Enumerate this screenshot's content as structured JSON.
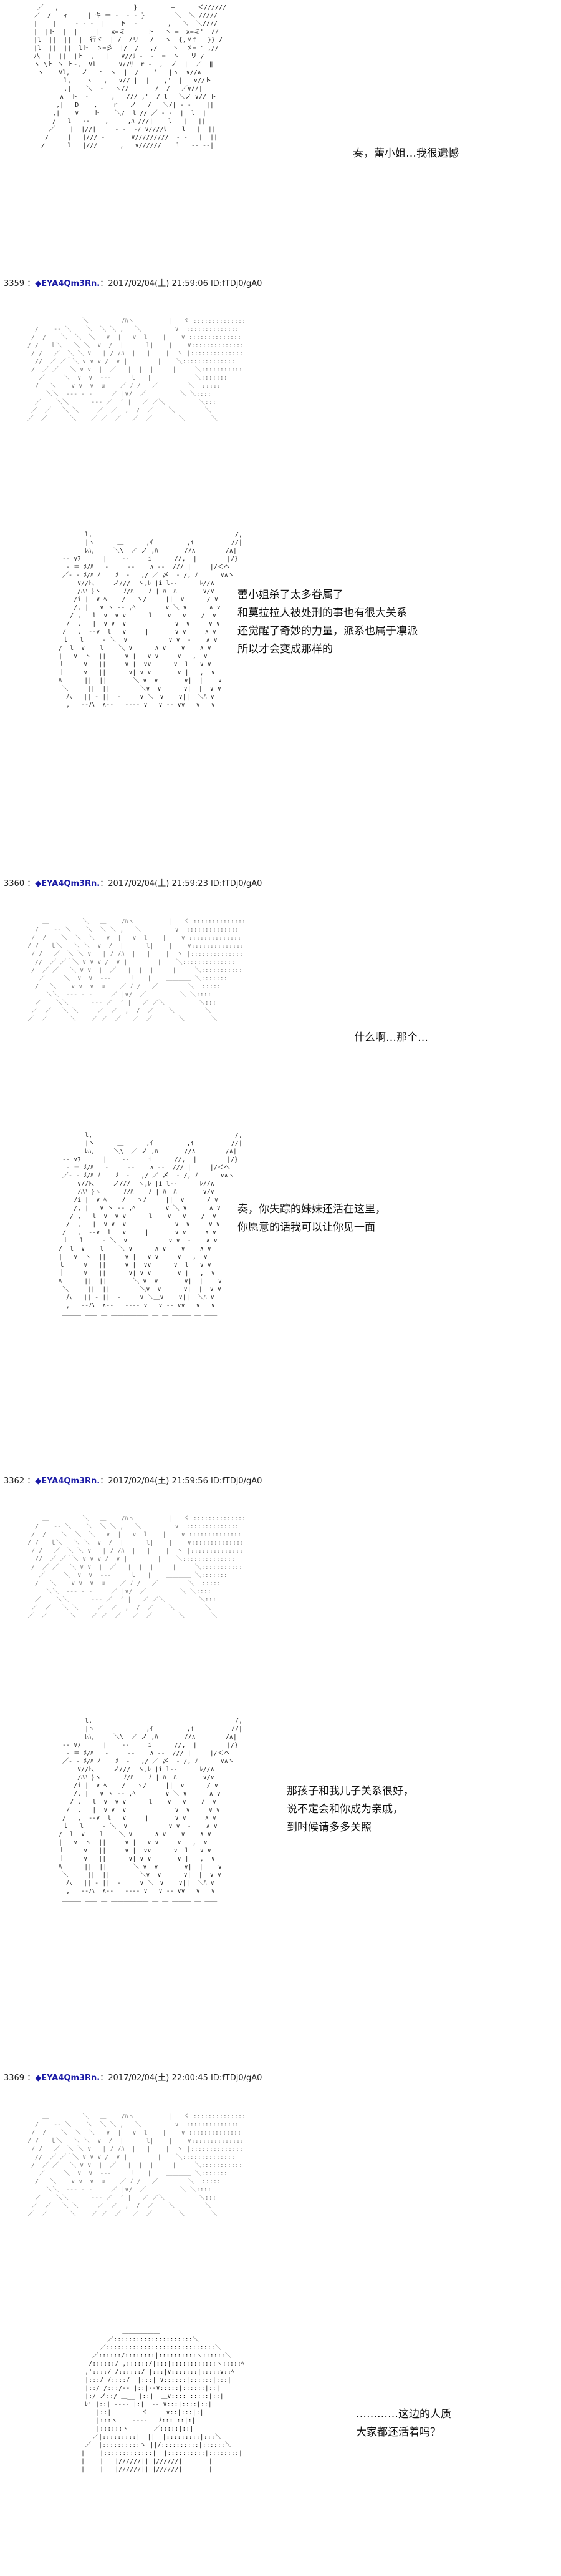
{
  "posts": [
    {
      "dialog": "奏，蕾小姐…我很遗憾"
    },
    {
      "header": {
        "number": "3359",
        "name": "◆EYA4Qm3Rn.",
        "meta": "2017/02/04(土) 21:59:06 ID:fTDj0/gA0"
      },
      "dialog": "蕾小姐杀了太多眷属了\n和莫拉拉人被处刑的事也有很大关系\n还觉醒了奇妙的力量，派系也属于凛派\n所以才会变成那样的"
    },
    {
      "header": {
        "number": "3360",
        "name": "◆EYA4Qm3Rn.",
        "meta": "2017/02/04(土) 21:59:23 ID:fTDj0/gA0"
      },
      "dialog_top": "什么啊…那个…",
      "dialog": "奏，你失踪的妹妹还活在这里，\n你愿意的话我可以让你见一面"
    },
    {
      "header": {
        "number": "3362",
        "name": "◆EYA4Qm3Rn.",
        "meta": "2017/02/04(土) 21:59:56 ID:fTDj0/gA0"
      },
      "dialog": "那孩子和我儿子关系很好，\n说不定会和你成为亲戚，\n到时候请多多关照"
    },
    {
      "header": {
        "number": "3369",
        "name": "◆EYA4Qm3Rn.",
        "meta": "2017/02/04(土) 22:00:45 ID:fTDj0/gA0"
      },
      "dialog": "…………这边的人质\n大家都还活着吗？"
    }
  ]
}
